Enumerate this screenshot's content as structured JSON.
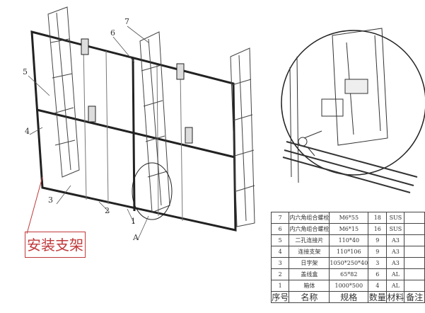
{
  "callouts": {
    "c7": "7",
    "c6": "6",
    "c5": "5",
    "c4": "4",
    "c3": "3",
    "c2": "2",
    "c1": "1",
    "cA": "A"
  },
  "label": "安装支架",
  "label_color": "#c0393b",
  "table": {
    "rows": [
      [
        "7",
        "内六角组合螺栓",
        "M6*55",
        "18",
        "SUS",
        ""
      ],
      [
        "6",
        "内六角组合螺栓",
        "M6*15",
        "16",
        "SUS",
        ""
      ],
      [
        "5",
        "二孔连接片",
        "110*40",
        "9",
        "A3",
        ""
      ],
      [
        "4",
        "连接支架",
        "110*106",
        "9",
        "A3",
        ""
      ],
      [
        "3",
        "日字架",
        "1050*250*40",
        "3",
        "A3",
        ""
      ],
      [
        "2",
        "盖线盒",
        "65*82",
        "6",
        "AL",
        ""
      ],
      [
        "1",
        "箱体",
        "1000*500",
        "4",
        "AL",
        ""
      ]
    ],
    "header": [
      "序号",
      "名称",
      "规格",
      "数量",
      "材料",
      "备注"
    ]
  }
}
